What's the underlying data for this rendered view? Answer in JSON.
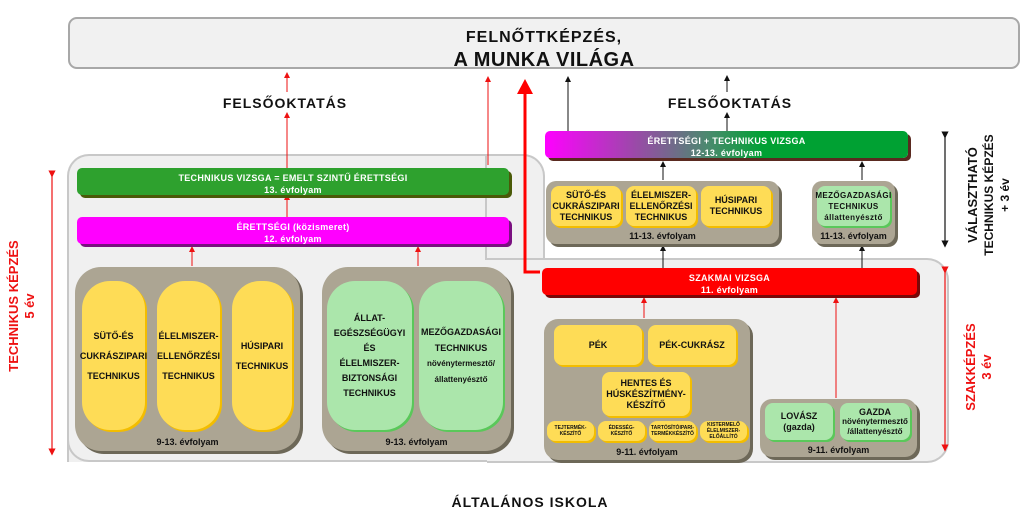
{
  "top": {
    "line1": "FELNŐTTKÉPZÉS,",
    "line2": "A MUNKA VILÁGA"
  },
  "higher_ed_left": "FELSŐOKTATÁS",
  "higher_ed_right": "FELSŐOKTATÁS",
  "bottom_label": "ÁLTALÁNOS ISKOLA",
  "left_track": {
    "label": "TECHNIKUS KÉPZÉS",
    "years": "5 év"
  },
  "right_track_upper": {
    "line1": "VÁLASZTHATÓ",
    "line2": "TECHNIKUS KÉPZÉS",
    "line3": "+ 3 év"
  },
  "right_track_lower": {
    "label": "SZAKKÉPZÉS",
    "years": "3 év"
  },
  "bars": {
    "technikus_vizsga": {
      "title": "TECHNIKUS VIZSGA = EMELT SZINTŰ ÉRETTSÉGI",
      "grade": "13. évfolyam"
    },
    "erettsegi": {
      "title": "ÉRETTSÉGI (közismeret)",
      "grade": "12. évfolyam"
    },
    "erettsegi_technikus": {
      "title": "ÉRETTSÉGI + TECHNIKUS VIZSGA",
      "grade": "12-13. évfolyam"
    },
    "szakmai_vizsga": {
      "title": "SZAKMAI VIZSGA",
      "grade": "11. évfolyam"
    }
  },
  "groups": {
    "tech_food": {
      "grade": "9-13. évfolyam",
      "cards": [
        {
          "lines": [
            "SÜTŐ-ÉS",
            "CUKRÁSZIPARI",
            "TECHNIKUS"
          ]
        },
        {
          "lines": [
            "ÉLELMISZER-",
            "ELLENŐRZÉSI",
            "TECHNIKUS"
          ]
        },
        {
          "lines": [
            "HÚSIPARI",
            "TECHNIKUS"
          ]
        }
      ]
    },
    "tech_agri": {
      "grade": "9-13. évfolyam",
      "cards": [
        {
          "lines": [
            "ÁLLAT-",
            "EGÉSZSÉGÜGYI",
            "ÉS",
            "ÉLELMISZER-",
            "BIZTONSÁGI",
            "TECHNIKUS"
          ]
        },
        {
          "lines": [
            "MEZŐGAZDASÁGI",
            "TECHNIKUS",
            "növénytermesztő/",
            "állattenyésztő"
          ]
        }
      ]
    },
    "post_food": {
      "grade": "11-13. évfolyam",
      "cards": [
        {
          "lines": [
            "SÜTŐ-ÉS",
            "CUKRÁSZIPARI",
            "TECHNIKUS"
          ]
        },
        {
          "lines": [
            "ÉLELMISZER-",
            "ELLENŐRZÉSI",
            "TECHNIKUS"
          ]
        },
        {
          "lines": [
            "HÚSIPARI",
            "TECHNIKUS"
          ]
        }
      ]
    },
    "post_agri": {
      "grade": "11-13. évfolyam",
      "cards": [
        {
          "lines": [
            "MEZŐGAZDASÁGI",
            "TECHNIKUS",
            "állattenyésztő"
          ]
        }
      ]
    },
    "voc_food": {
      "grade": "9-11. évfolyam",
      "cards": [
        {
          "lines": [
            "PÉK"
          ]
        },
        {
          "lines": [
            "PÉK-CUKRÁSZ"
          ]
        },
        {
          "lines": [
            "HENTES ÉS",
            "HÚSKÉSZÍTMÉNY-",
            "KÉSZÍTŐ"
          ]
        },
        {
          "lines": [
            "TEJTERMÉK-",
            "KÉSZÍTŐ"
          ]
        },
        {
          "lines": [
            "ÉDESSÉG-",
            "KÉSZÍTŐ"
          ]
        },
        {
          "lines": [
            "TARTÓSÍTÓIPARI-",
            "TERMÉKKÉSZÍTŐ"
          ]
        },
        {
          "lines": [
            "KISTERMELŐ",
            "ÉLELMISZER-",
            "ELŐÁLLÍTÓ"
          ]
        }
      ]
    },
    "voc_agri": {
      "grade": "9-11. évfolyam",
      "cards": [
        {
          "lines": [
            "LOVÁSZ",
            "(gazda)"
          ]
        },
        {
          "lines": [
            "GAZDA",
            "növénytermesztő",
            "/állattenyésztő"
          ]
        }
      ]
    }
  },
  "colors": {
    "green_bar": "#2ea12e",
    "magenta_bar": "#ff00ff",
    "red_bar": "#ff0000",
    "yellow_card": "#fedc56",
    "green_card": "#abe6ab",
    "group_bg": "#aca593",
    "red_arrow": "#ee1111"
  }
}
